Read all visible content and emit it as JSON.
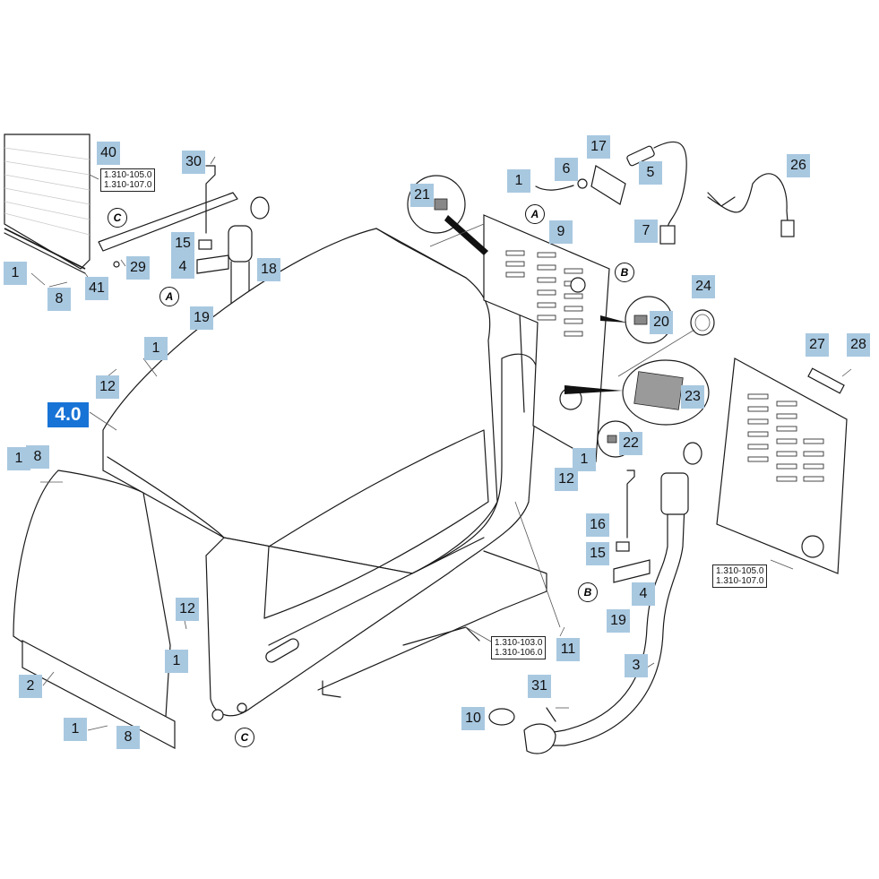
{
  "diagram": {
    "section_badge": "4.0",
    "references": {
      "top_left": [
        "1.310-105.0",
        "1.310-107.0"
      ],
      "right_panel": [
        "1.310-105.0",
        "1.310-107.0"
      ],
      "bottom_center": [
        "1.310-103.0",
        "1.310-106.0"
      ]
    },
    "connectors": {
      "A": "A",
      "B": "B",
      "C": "C"
    },
    "callouts": [
      "40",
      "30",
      "17",
      "6",
      "5",
      "26",
      "1",
      "21",
      "9",
      "7",
      "15",
      "4",
      "18",
      "29",
      "1",
      "8",
      "41",
      "19",
      "24",
      "20",
      "1",
      "12",
      "27",
      "28",
      "23",
      "22",
      "1",
      "8",
      "1",
      "12",
      "16",
      "15",
      "4",
      "19",
      "12",
      "1",
      "11",
      "3",
      "2",
      "1",
      "8",
      "31",
      "10"
    ],
    "colors": {
      "callout_fill": "#a8c8e0",
      "badge_fill": "#1873d6",
      "line": "#1a1a1a"
    }
  }
}
